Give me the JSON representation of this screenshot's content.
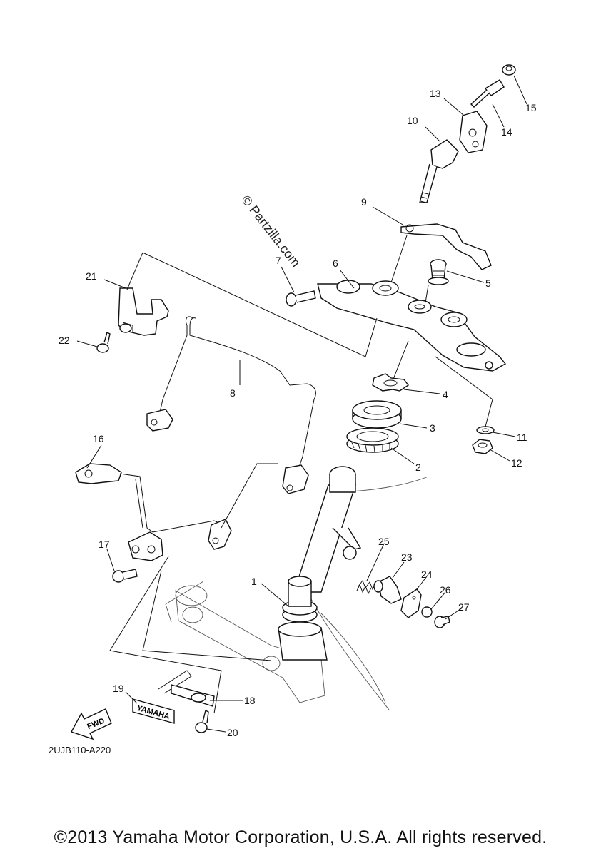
{
  "watermark": "© Partzilla.com",
  "diagram_code": "2UJB110-A220",
  "copyright": "©2013 Yamaha Motor Corporation, U.S.A. All rights reserved.",
  "fwd_label": "FWD",
  "brand_label": "YAMAHA",
  "callouts": [
    {
      "id": "1",
      "text": "1"
    },
    {
      "id": "2",
      "text": "2"
    },
    {
      "id": "3",
      "text": "3"
    },
    {
      "id": "4",
      "text": "4"
    },
    {
      "id": "5",
      "text": "5"
    },
    {
      "id": "6",
      "text": "6"
    },
    {
      "id": "7",
      "text": "7"
    },
    {
      "id": "8",
      "text": "8"
    },
    {
      "id": "9",
      "text": "9"
    },
    {
      "id": "10",
      "text": "10"
    },
    {
      "id": "11",
      "text": "11"
    },
    {
      "id": "12",
      "text": "12"
    },
    {
      "id": "13",
      "text": "13"
    },
    {
      "id": "14",
      "text": "14"
    },
    {
      "id": "15",
      "text": "15"
    },
    {
      "id": "16",
      "text": "16"
    },
    {
      "id": "17",
      "text": "17"
    },
    {
      "id": "18",
      "text": "18"
    },
    {
      "id": "19",
      "text": "19"
    },
    {
      "id": "20",
      "text": "20"
    },
    {
      "id": "21",
      "text": "21"
    },
    {
      "id": "22",
      "text": "22"
    },
    {
      "id": "23",
      "text": "23"
    },
    {
      "id": "24",
      "text": "24"
    },
    {
      "id": "25",
      "text": "25"
    },
    {
      "id": "26",
      "text": "26"
    },
    {
      "id": "27",
      "text": "27"
    }
  ]
}
